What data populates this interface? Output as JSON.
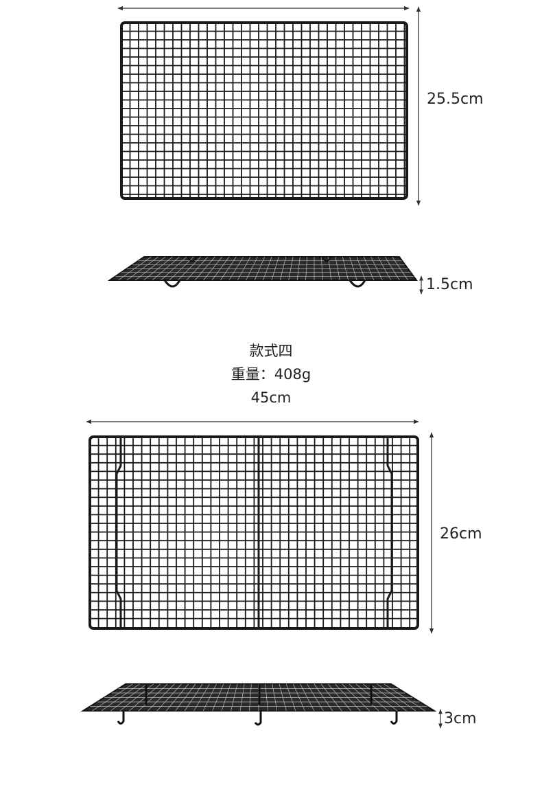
{
  "rack1": {
    "height_label": "25.5cm",
    "side_height_label": "1.5cm"
  },
  "spec": {
    "style_label": "款式四",
    "weight_label": "重量：408g",
    "width_label": "45cm"
  },
  "rack2": {
    "height_label": "26cm",
    "side_height_label": "3cm"
  },
  "colors": {
    "wire": "#1a1a1a",
    "dimension_line": "#333333",
    "background": "#ffffff"
  }
}
